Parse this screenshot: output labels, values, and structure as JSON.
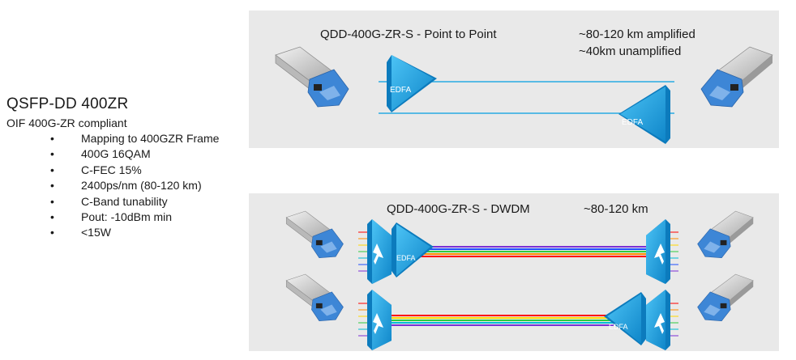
{
  "left": {
    "title": "QSFP-DD 400ZR",
    "subtitle": "OIF 400G-ZR compliant",
    "bullets": [
      "Mapping to 400GZR Frame",
      "400G 16QAM",
      "C-FEC 15%",
      "2400ps/nm (80-120 km)",
      "C-Band tunability",
      "Pout: -10dBm min",
      "<15W"
    ]
  },
  "p2p": {
    "title": "QDD-400G-ZR-S  - Point to Point",
    "distance_amplified": "~80-120 km amplified",
    "distance_unamplified": "~40km unamplified",
    "amp_label": "EDFA"
  },
  "dwdm": {
    "title": "QDD-400G-ZR-S - DWDM",
    "distance": "~80-120 km",
    "amp_label": "EDFA"
  },
  "colors": {
    "panel_bg": "#e9e9e9",
    "fiber": "#29abe2",
    "amp_fill": "#1aa0e0",
    "module_body": "#d8d8d8",
    "module_latch": "#3d86d6",
    "wdm_rainbow": [
      "#ff0000",
      "#ff8c00",
      "#ffd700",
      "#2ecc40",
      "#00bcd4",
      "#1e50ff",
      "#7a2fd6"
    ]
  },
  "icons": [
    "qsfp-dd-module-icon",
    "edfa-amplifier-icon",
    "mux-demux-icon"
  ]
}
